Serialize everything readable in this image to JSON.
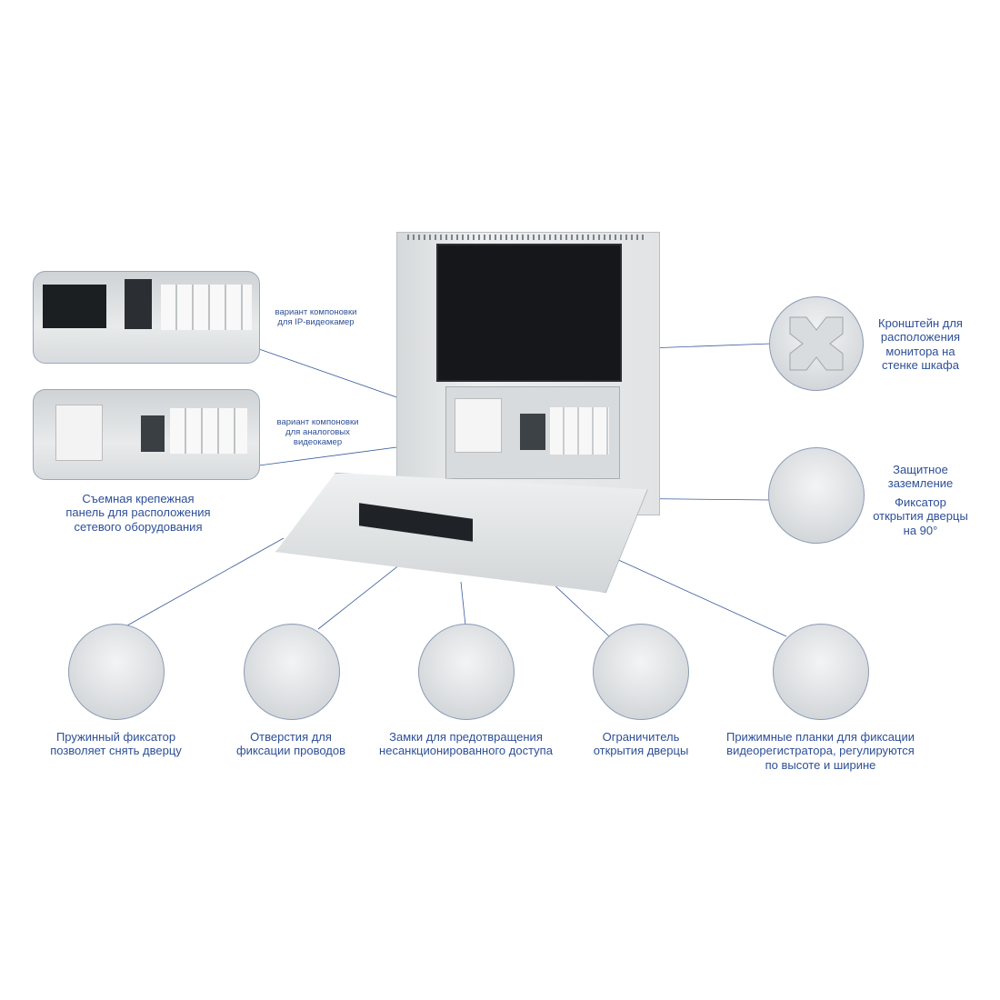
{
  "labels": {
    "ip_layout": "вариант компоновки\nдля IP-видеокамер",
    "analog_layout": "вариант компоновки\nдля аналоговых\nвидеокамер",
    "removable_panel": "Съемная крепежная\nпанель для расположения\nсетевого оборудования",
    "monitor_bracket": "Кронштейн для\nрасположения\nмонитора на\nстенке шкафа",
    "grounding": "Защитное\nзаземление",
    "door_lock_90": "Фиксатор\nоткрытия дверцы\nна 90°",
    "spring_latch": "Пружинный фиксатор\nпозволяет снять дверцу",
    "wire_holes": "Отверстия для\nфиксации проводов",
    "locks": "Замки для предотвращения\nнесанкционированного доступа",
    "door_limiter": "Ограничитель\nоткрытия дверцы",
    "clamp_bars": "Прижимные планки для фиксации\nвидеорегистратора, регулируются\nпо высоте и ширине"
  },
  "colors": {
    "text": "#2d4f96",
    "line": "#3a5a9c",
    "cabinet": "#e4e6e7",
    "monitor": "#15171a"
  }
}
